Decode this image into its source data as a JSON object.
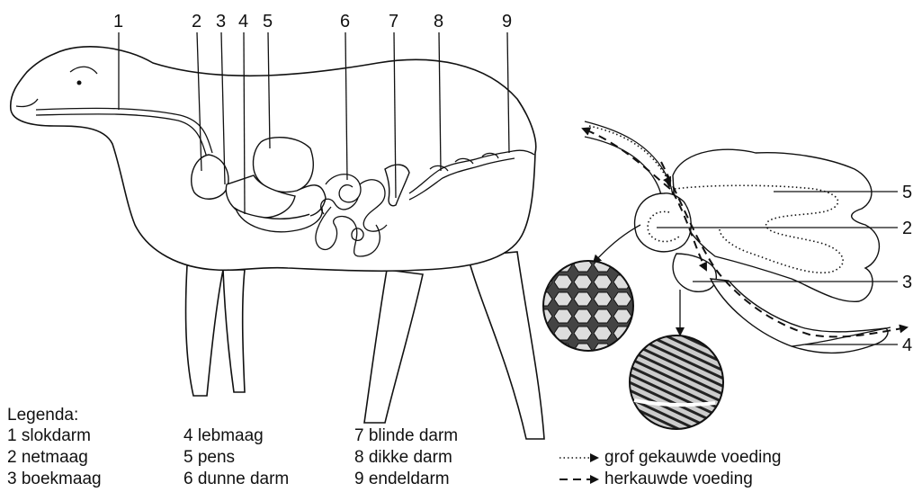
{
  "sheep_labels": [
    "1",
    "2",
    "3",
    "4",
    "5",
    "6",
    "7",
    "8",
    "9"
  ],
  "stomach_labels": [
    "5",
    "2",
    "3",
    "4"
  ],
  "legend": {
    "title": "Legenda:",
    "col1": [
      "1 slokdarm",
      "2 netmaag",
      "3 boekmaag"
    ],
    "col2": [
      "4 lebmaag",
      "5 pens",
      "6 dunne darm"
    ],
    "col3": [
      "7 blinde darm",
      "8 dikke darm",
      "9 endeldarm"
    ],
    "dotted_label": "grof gekauwde voeding",
    "dashed_label": "herkauwde voeding"
  }
}
